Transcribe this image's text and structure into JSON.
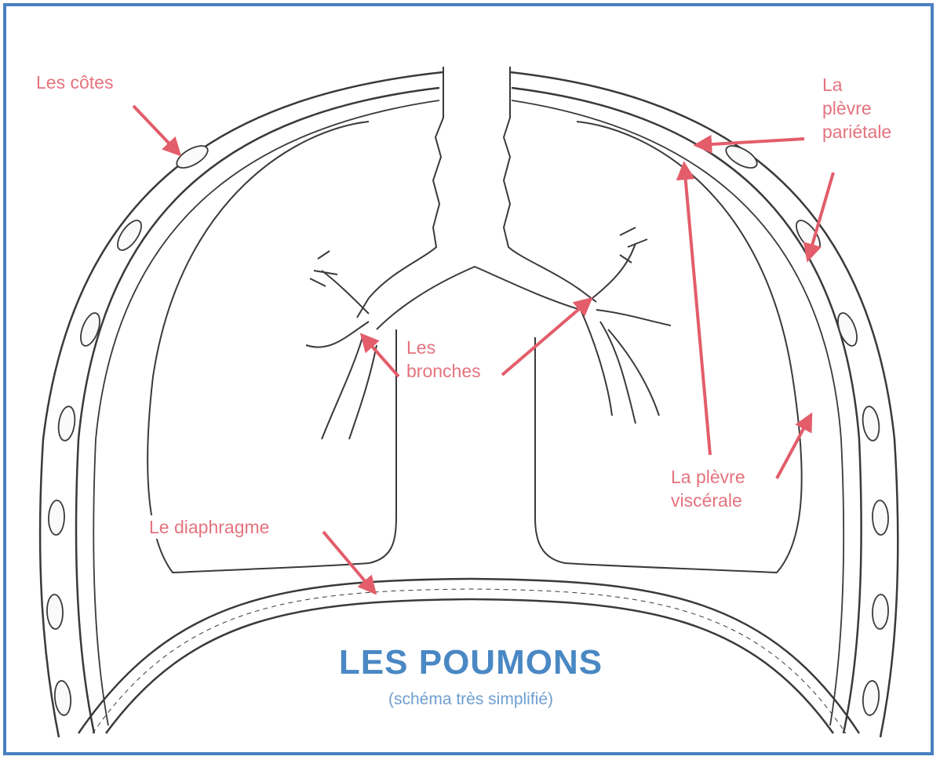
{
  "title": "LES POUMONS",
  "subtitle": "(schéma très simplifié)",
  "labels": {
    "ribs": "Les côtes",
    "parietal_pleura": "La\nplèvre\npariétale",
    "bronchi": "Les\nbronches",
    "visceral_pleura": "La plèvre\nviscérale",
    "diaphragm": "Le diaphragme"
  },
  "colors": {
    "frame": "#4a7fc1",
    "label": "#e4737e",
    "arrow": "#e35d6a",
    "title": "#4a88c4",
    "outline": "#3a3a3a"
  }
}
